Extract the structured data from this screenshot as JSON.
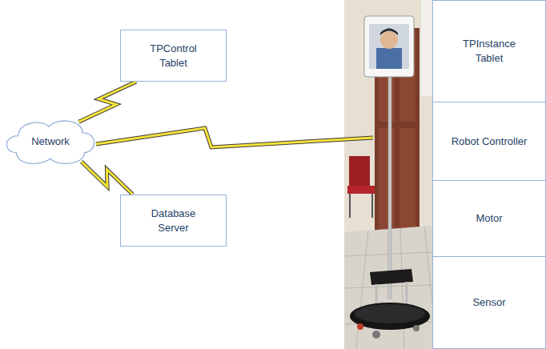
{
  "diagram": {
    "nodes": [
      {
        "text": [
          "TPControl Tablet"
        ]
      },
      {
        "text": [
          "Network"
        ]
      },
      {
        "text": [
          "Database Server"
        ]
      },
      {
        "text": [
          "TPInstance Tablet"
        ]
      },
      {
        "text": [
          "Robot Controller"
        ]
      },
      {
        "text": [
          "Motor"
        ]
      },
      {
        "text": [
          "Sensor"
        ]
      }
    ],
    "edges": [
      {
        "from": 1,
        "to": 0,
        "arrow": "none"
      },
      {
        "from": 1,
        "to": 2,
        "arrow": "none"
      }
    ]
  }
}
